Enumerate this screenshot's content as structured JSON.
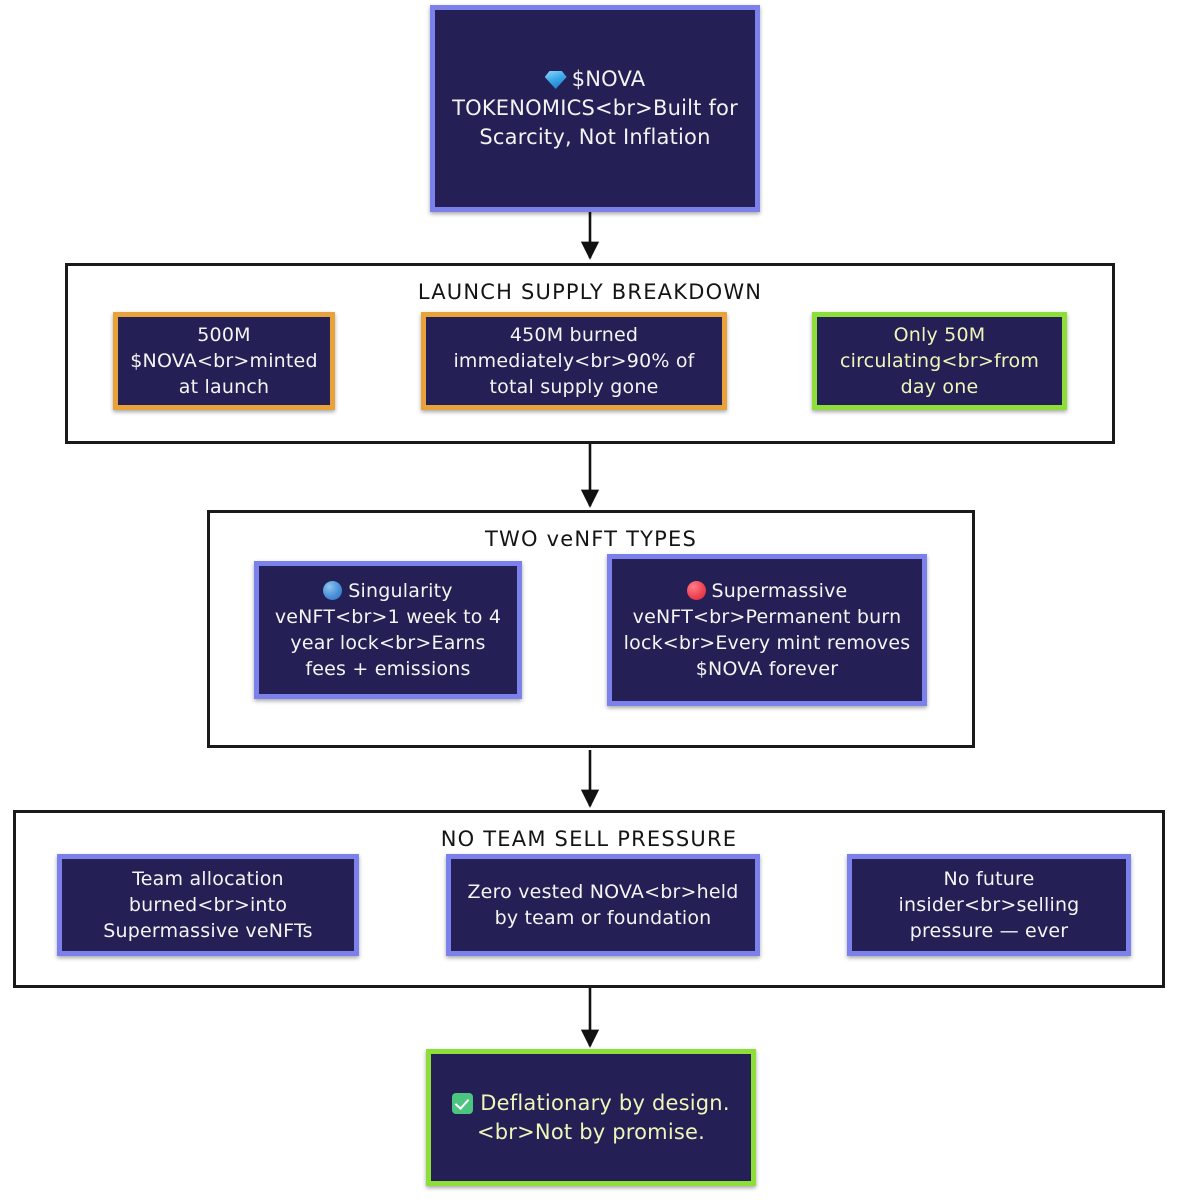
{
  "diagram": {
    "title_node": {
      "icon": "gem-icon",
      "text": "$NOVA TOKENOMICS<br>Built for Scarcity, Not Inflation",
      "border_color": "#7b80ea",
      "fill_color": "#241f54",
      "text_color": "#f2f2f2"
    },
    "sections": [
      {
        "id": "launch-supply-breakdown",
        "title": "LAUNCH SUPPLY BREAKDOWN",
        "nodes": [
          {
            "id": "minted-at-launch",
            "text": "500M $NOVA<br>minted at launch",
            "border_color": "#e8a23c",
            "text_color": "#f4f4f4"
          },
          {
            "id": "burned-immediately",
            "text": "450M burned immediately<br>90% of total supply gone",
            "border_color": "#e8a23c",
            "text_color": "#f4f4f4"
          },
          {
            "id": "circulating-day-one",
            "text": "Only 50M circulating<br>from day one",
            "border_color": "#8ede3a",
            "text_color": "#eef7b9"
          }
        ]
      },
      {
        "id": "two-venft-types",
        "title": "TWO veNFT TYPES",
        "nodes": [
          {
            "id": "singularity-venft",
            "icon": "blue-circle-icon",
            "text": "Singularity veNFT<br>1 week to 4 year lock<br>Earns fees + emissions",
            "border_color": "#7b80ea",
            "text_color": "#f4f4f4"
          },
          {
            "id": "supermassive-venft",
            "icon": "red-circle-icon",
            "text": "Supermassive veNFT<br>Permanent burn lock<br>Every mint removes $NOVA forever",
            "border_color": "#7b80ea",
            "text_color": "#f4f4f4"
          }
        ]
      },
      {
        "id": "no-team-sell-pressure",
        "title": "NO TEAM SELL PRESSURE",
        "nodes": [
          {
            "id": "team-allocation-burned",
            "text": "Team allocation burned<br>into Supermassive veNFTs",
            "border_color": "#7b80ea",
            "text_color": "#f4f4f4"
          },
          {
            "id": "zero-vested-nova",
            "text": "Zero vested NOVA<br>held by team or foundation",
            "border_color": "#7b80ea",
            "text_color": "#f4f4f4"
          },
          {
            "id": "no-insider-selling",
            "text": "No future insider<br>selling pressure — ever",
            "border_color": "#7b80ea",
            "text_color": "#f4f4f4"
          }
        ]
      }
    ],
    "conclusion_node": {
      "icon": "check-box-icon",
      "text": "Deflationary by design.<br>Not by promise.",
      "border_color": "#8ede3a",
      "text_color": "#eef7b9"
    }
  }
}
